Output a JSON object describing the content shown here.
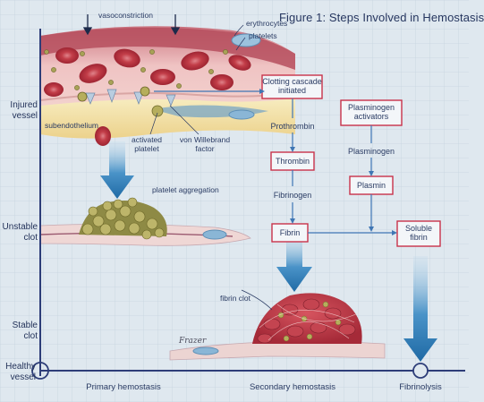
{
  "title": "Figure 1: Steps Involved in Hemostasis",
  "y_axis_labels": {
    "injured_vessel": [
      "Injured",
      "vessel"
    ],
    "unstable_clot": [
      "Unstable",
      "clot"
    ],
    "stable_clot": [
      "Stable",
      "clot"
    ],
    "healthy_vessel": [
      "Healthy",
      "vessel"
    ]
  },
  "x_axis_labels": {
    "primary": "Primary hemostasis",
    "secondary": "Secondary hemostasis",
    "fibrinolysis": "Fibrinolysis"
  },
  "illustration_labels": {
    "vasoconstriction": "vasoconstriction",
    "erythrocytes": "erythrocytes",
    "platelets": "platelets",
    "subendothelium": "subendothelium",
    "activated_platelet": [
      "activated",
      "platelet"
    ],
    "von_willebrand": [
      "von Willebrand",
      "factor"
    ],
    "platelet_aggregation": "platelet aggregation",
    "fibrin_clot": "fibrin clot"
  },
  "pathway": {
    "clotting_cascade": [
      "Clotting cascade",
      "initiated"
    ],
    "prothrombin": "Prothrombin",
    "thrombin": "Thrombin",
    "fibrinogen": "Fibrinogen",
    "fibrin": "Fibrin",
    "plasminogen_activators": [
      "Plasminogen",
      "activators"
    ],
    "plasminogen": "Plasminogen",
    "plasmin": "Plasmin",
    "soluble_fibrin": [
      "Soluble",
      "fibrin"
    ]
  },
  "signature": "Frazer",
  "colors": {
    "grid_bg": "#dfe8ef",
    "grid_line": "#c6d4df",
    "axis": "#2d3d78",
    "box_border": "#c8324a",
    "text": "#2a3b63",
    "arrow_blue": "#2e7fb8",
    "blood_red": "#c33a45",
    "vessel_pink": "#e8a3a6",
    "subendothelium_yellow": "#f3e2a4",
    "platelet_olive": "#a8a257"
  }
}
